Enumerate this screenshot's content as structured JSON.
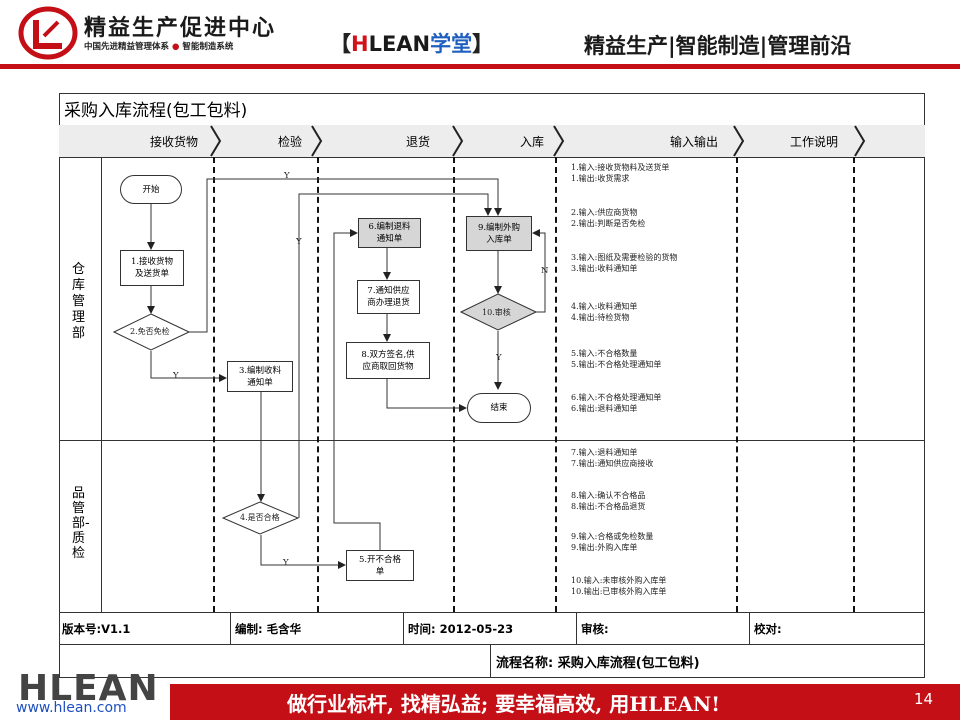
{
  "header": {
    "logo_title": "精益生产促进中心",
    "logo_subtitle_a": "中国先进精益管理体系",
    "logo_subtitle_b": "智能制造系统",
    "brand_open": "【",
    "brand_h": "H",
    "brand_rest": "LEAN",
    "brand_xt": "学堂",
    "brand_close": "】",
    "slogan": "精益生产|智能制造|管理前沿"
  },
  "chart": {
    "title": "采购入库流程(包工包料)",
    "columns": [
      "接收货物",
      "检验",
      "退货",
      "入库",
      "输入输出",
      "工作说明"
    ],
    "swimlanes": [
      "仓库管理部",
      "品管部-质检"
    ],
    "nodes": {
      "start": "开始",
      "n1": "1.接收货物\n及送货单",
      "n2": "2.免否免检",
      "n3": "3.编制收料\n通知单",
      "n4": "4.是否合格",
      "n5": "5.开不合格\n单",
      "n6": "6.编制退料\n通知单",
      "n7": "7.通知供应\n商办理退货",
      "n8": "8.双方签名,供\n应商取回货物",
      "n9": "9.编制外购\n入库单",
      "n10": "10.审核",
      "end": "结束"
    },
    "yn": {
      "y": "Y",
      "n": "N"
    },
    "io_lines": [
      "1.输入:接收货物料及送货单",
      "1.输出:收货需求",
      "2.输入:供应商货物",
      "2.输出:判断是否免检",
      "3.输入:图纸及需要检验的货物",
      "3.输出:收料通知单",
      "4.输入:收料通知单",
      "4.输出:待检货物",
      "5.输入:不合格数量",
      "5.输出:不合格处理通知单",
      "6.输入:不合格处理通知单",
      "6.输出:退料通知单",
      "7.输入:退料通知单",
      "7.输出:通知供应商接收",
      "8.输入:确认不合格品",
      "8.输出:不合格品退货",
      "9.输入:合格或免检数量",
      "9.输出:外购入库单",
      "10.输入:未审核外购入库单",
      "10.输出:已审核外购入库单"
    ],
    "info": {
      "version": "版本号:V1.1",
      "editor": "编制: 毛含华",
      "time": "时间: 2012-05-23",
      "review": "审核:",
      "proof": "校对:",
      "process_name": "流程名称: 采购入库流程(包工包料)"
    }
  },
  "footer": {
    "logo": "HLEAN",
    "url": "www.hlean.com",
    "slogan": "做行业标杆, 找精弘益; 要幸福高效, 用HLEAN!",
    "page_number": "14"
  },
  "colors": {
    "brand_red": "#c40f17",
    "link_blue": "#1f4fbf",
    "grey_box": "#d6d6d6"
  }
}
